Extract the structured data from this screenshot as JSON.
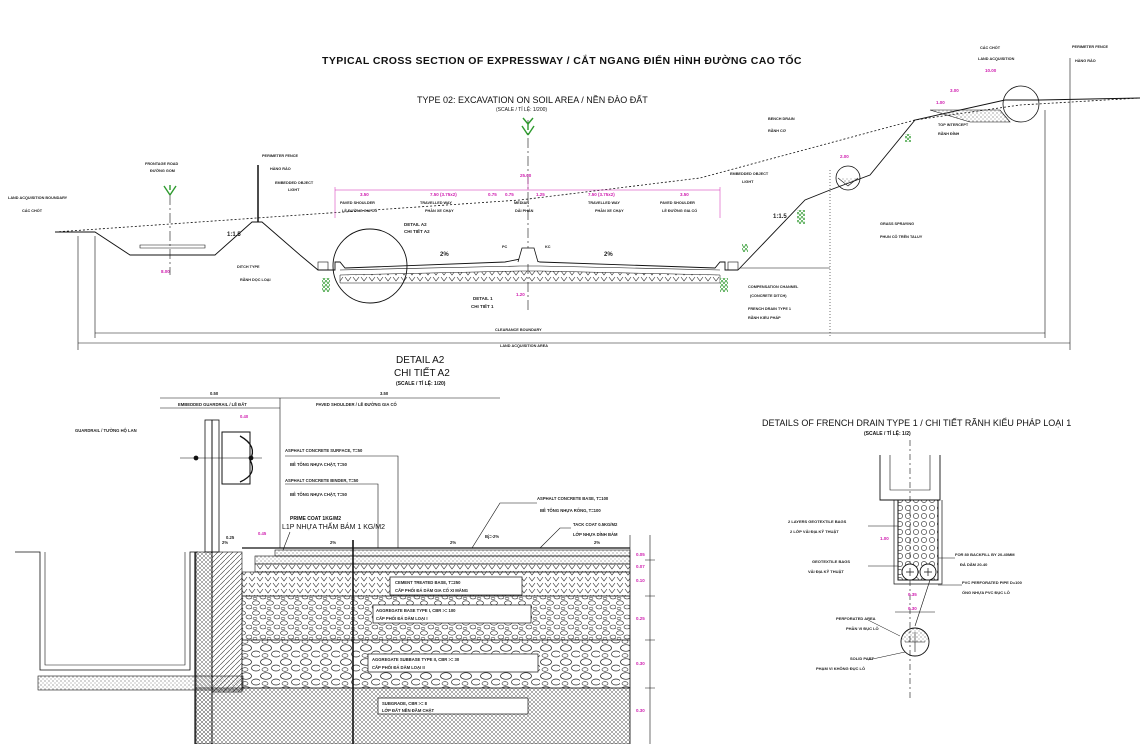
{
  "drawing": {
    "main_title": "TYPICAL CROSS SECTION OF EXPRESSWAY / CẮT NGANG ĐIỂN HÌNH ĐƯỜNG CAO TỐC",
    "type_title": "TYPE 02: EXCAVATION ON SOIL AREA / NỀN ĐÀO ĐẤT",
    "type_scale": "(SCALE / TỈ LỆ: 1/200)",
    "detail_a2_title": "DETAIL A2",
    "detail_a2_subtitle": "CHI TIẾT A2",
    "detail_a2_scale": "(SCALE / TỈ LỆ: 1/20)",
    "french_drain_title": "DETAILS OF FRENCH DRAIN TYPE 1 / CHI TIẾT RÃNH KIỂU PHÁP LOẠI 1",
    "french_drain_scale": "(SCALE / TỈ LỆ: 1/2)",
    "prime_coat_label": "PRIME COAT 1KG/M2",
    "prime_coat_label_vn": "L1P NHỰA THẤM BÁM 1 KG/M2",
    "detail_a2_ref": "DETAIL A2",
    "detail_a2_ref_vn": "CHI TIẾT A2",
    "detail_1_ref": "DETAIL 1",
    "detail_1_ref_vn": "CHI TIẾT 1",
    "slope_left": "1:1.5",
    "slope_right": "1:1.5",
    "crossfall_left": "2%",
    "crossfall_right": "2%"
  },
  "colors": {
    "line": "#111111",
    "dimension": "#d020b0",
    "grass": "#2e9a2e",
    "lightgrey": "#dcdcdc"
  }
}
